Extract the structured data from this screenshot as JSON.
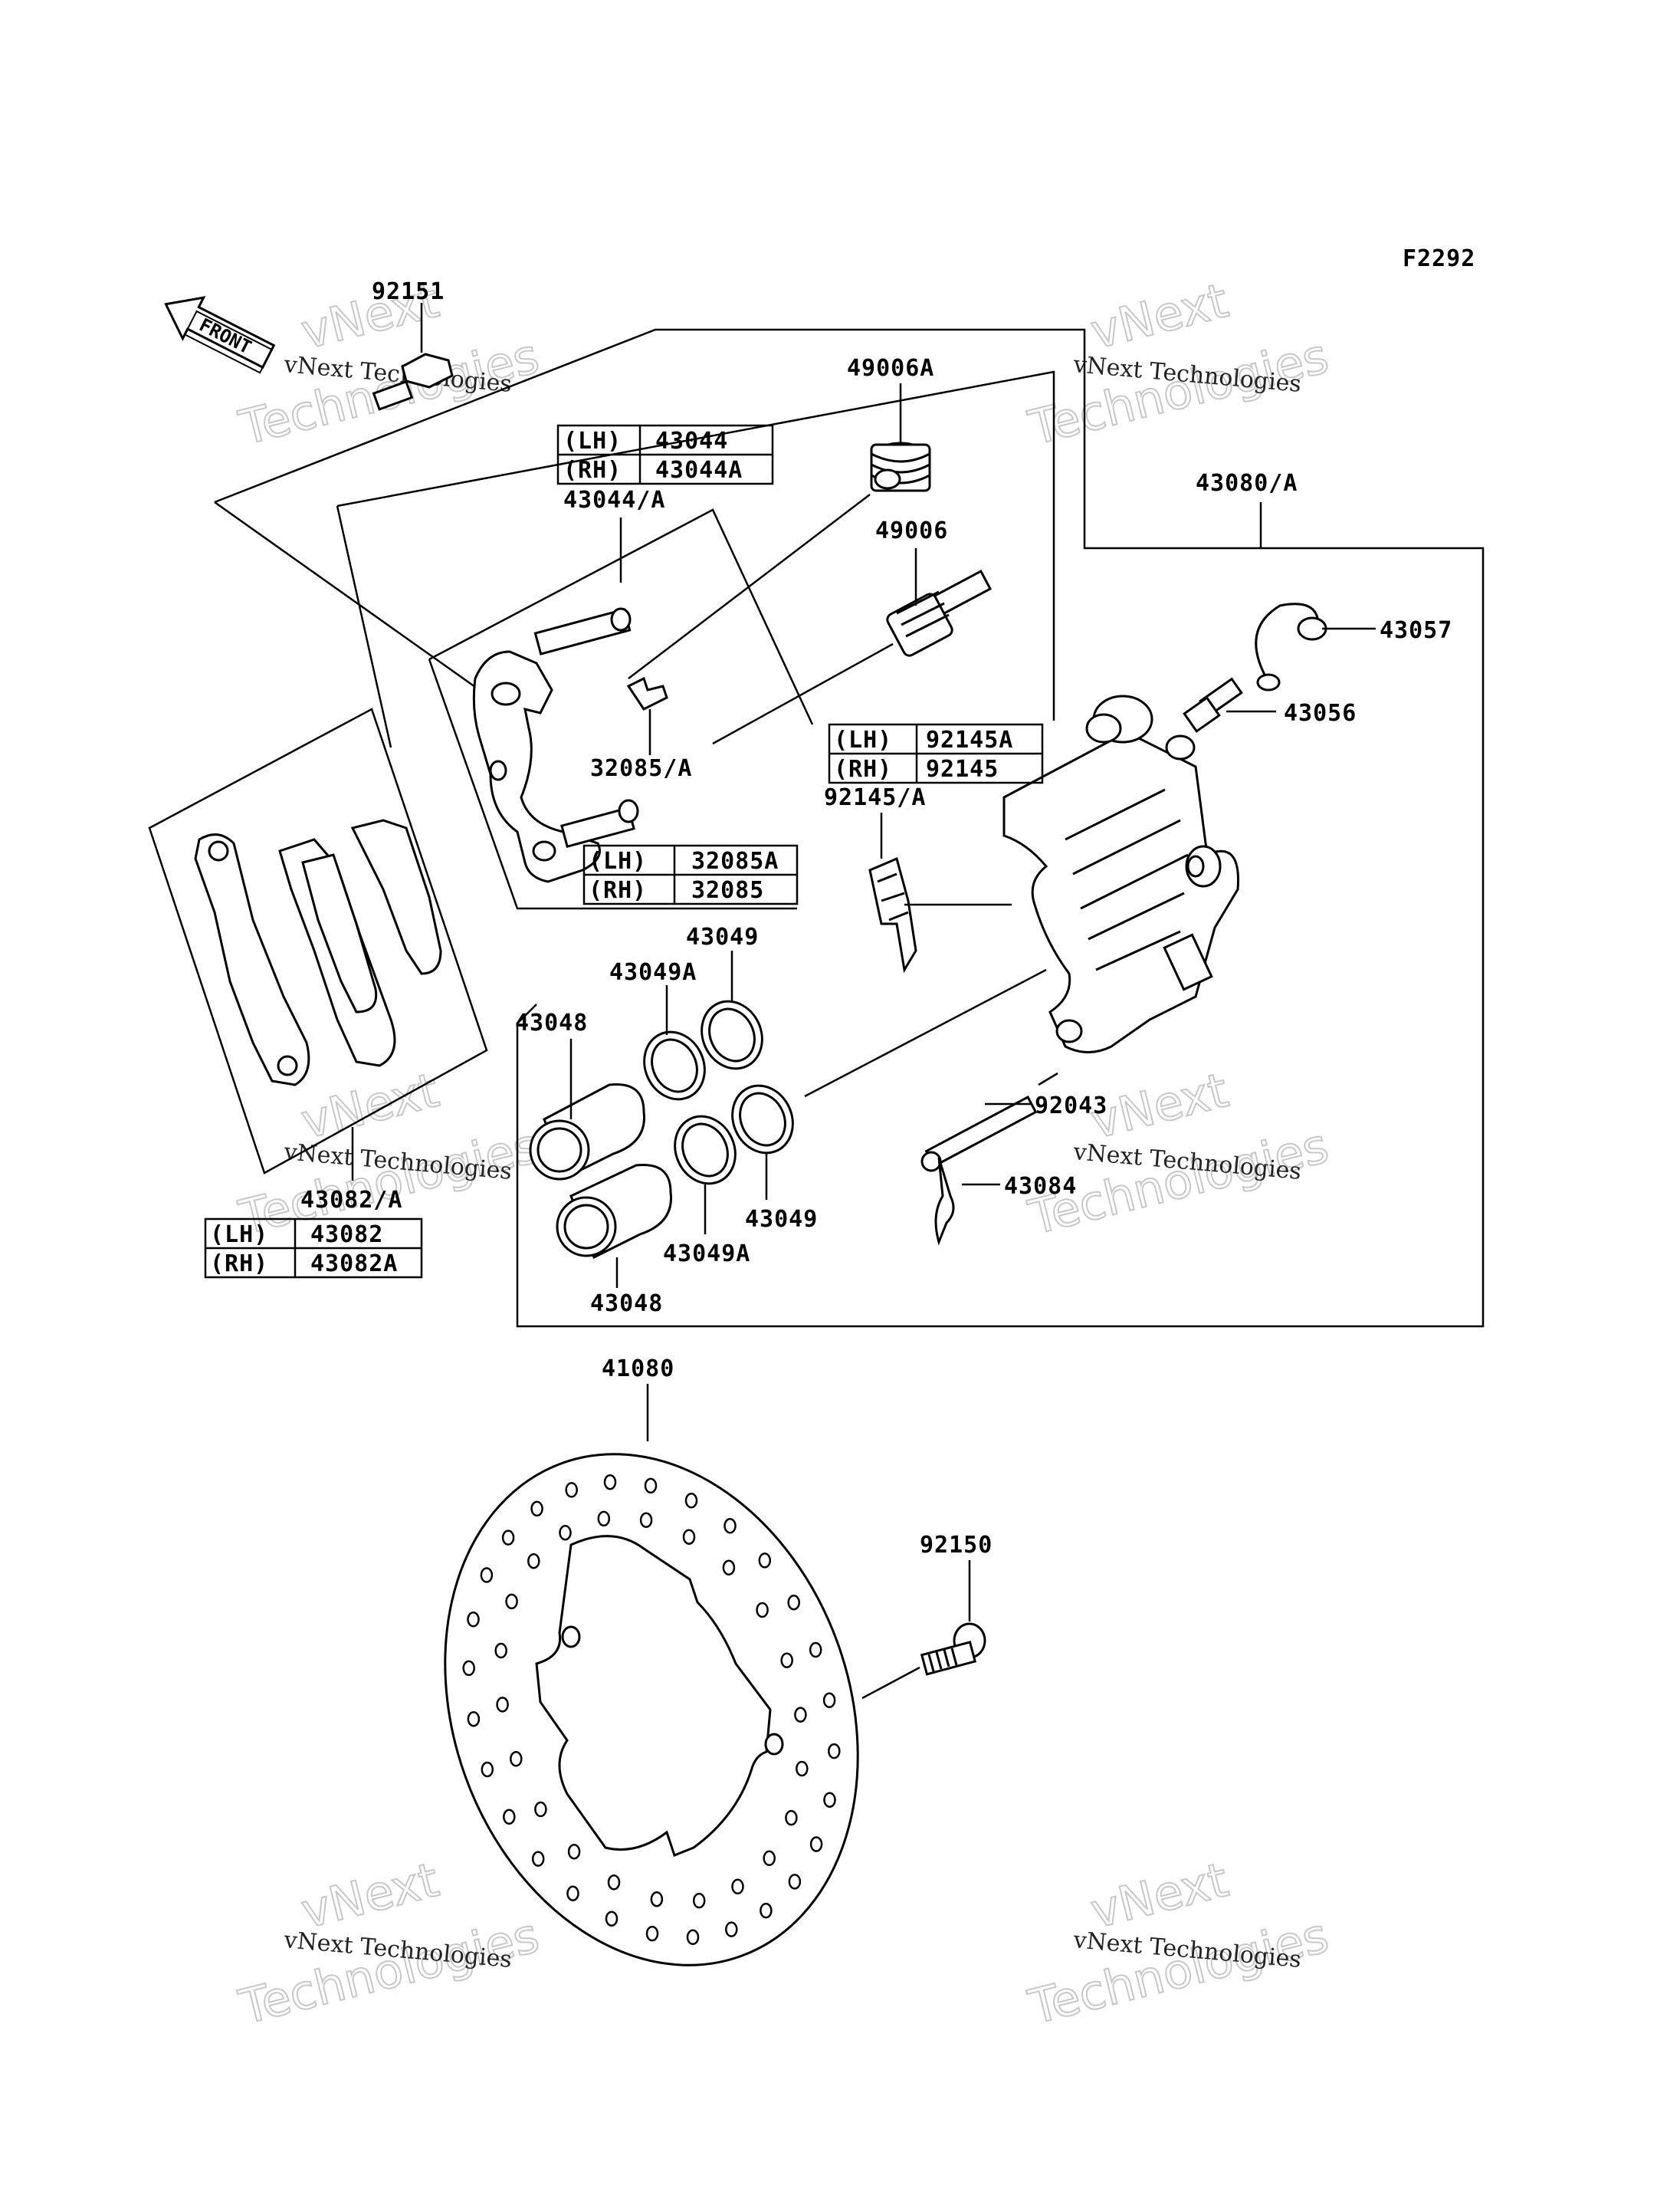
{
  "figure_code": "F2292",
  "front_label": "FRONT",
  "watermark": {
    "line1": "vNext Technologies",
    "line2": "vNext",
    "line3": "Technologies"
  },
  "callouts": {
    "p92151": "92151",
    "p49006A": "49006A",
    "p49006": "49006",
    "p43080A": "43080/A",
    "p43057": "43057",
    "p43056": "43056",
    "p43044A": "43044/A",
    "p32085A": "32085/A",
    "p92145A": "92145/A",
    "p43049_top": "43049",
    "p43049A_top": "43049A",
    "p43048_top": "43048",
    "p92043": "92043",
    "p43084": "43084",
    "p43082A": "43082/A",
    "p43049_bot": "43049",
    "p43049A_bot": "43049A",
    "p43048_bot": "43048",
    "p41080": "41080",
    "p92150": "92150"
  },
  "tables": {
    "t43044": [
      {
        "side": "(LH)",
        "part": "43044"
      },
      {
        "side": "(RH)",
        "part": "43044A"
      }
    ],
    "t92145": [
      {
        "side": "(LH)",
        "part": "92145A"
      },
      {
        "side": "(RH)",
        "part": "92145"
      }
    ],
    "t32085": [
      {
        "side": "(LH)",
        "part": "32085A"
      },
      {
        "side": "(RH)",
        "part": "32085"
      }
    ],
    "t43082": [
      {
        "side": "(LH)",
        "part": "43082"
      },
      {
        "side": "(RH)",
        "part": "43082A"
      }
    ]
  }
}
